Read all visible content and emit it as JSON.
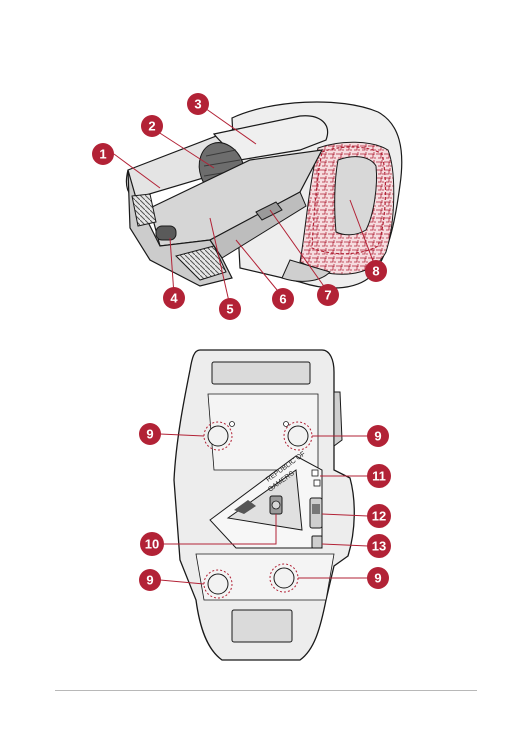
{
  "colors": {
    "callout": "#b22236",
    "callout_line": "#b22236",
    "outline": "#1a1a1a",
    "shade_light": "#e8e8e8",
    "shade_mid": "#c8c8c8",
    "shade_dark": "#8a8a8a",
    "texture": "#f3d5d9"
  },
  "top_view": {
    "callouts": [
      {
        "id": "1",
        "label": "1"
      },
      {
        "id": "2",
        "label": "2"
      },
      {
        "id": "3",
        "label": "3"
      },
      {
        "id": "4",
        "label": "4"
      },
      {
        "id": "5",
        "label": "5"
      },
      {
        "id": "6",
        "label": "6"
      },
      {
        "id": "7",
        "label": "7"
      },
      {
        "id": "8",
        "label": "8"
      }
    ]
  },
  "bottom_view": {
    "logo_text_line1": "REPUBLIC OF",
    "logo_text_line2": "GAMERS",
    "callouts": [
      {
        "id": "9a",
        "label": "9"
      },
      {
        "id": "9b",
        "label": "9"
      },
      {
        "id": "9c",
        "label": "9"
      },
      {
        "id": "9d",
        "label": "9"
      },
      {
        "id": "10",
        "label": "10"
      },
      {
        "id": "11",
        "label": "11"
      },
      {
        "id": "12",
        "label": "12"
      },
      {
        "id": "13",
        "label": "13"
      }
    ]
  }
}
